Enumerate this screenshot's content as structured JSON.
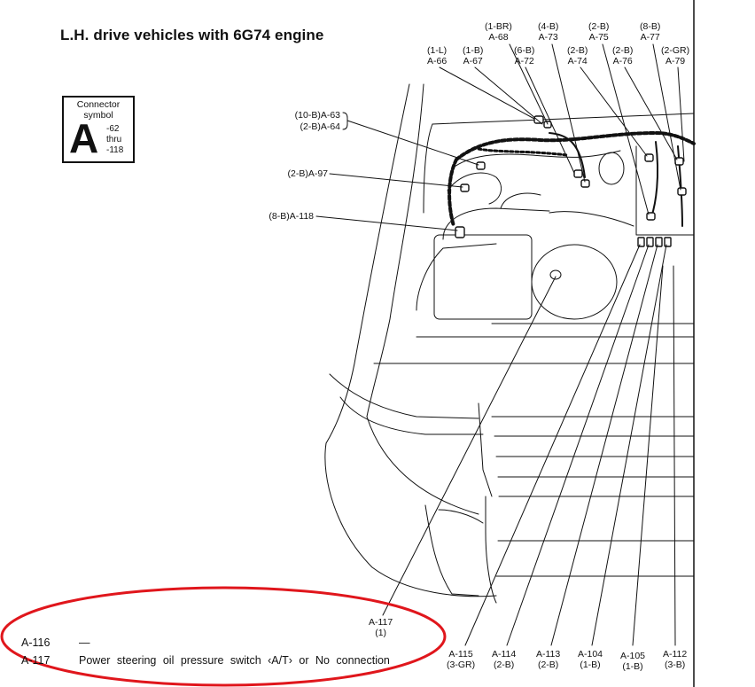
{
  "title": "L.H. drive vehicles with 6G74 engine",
  "connector_symbol": {
    "caption_line1": "Connector",
    "caption_line2": "symbol",
    "letter": "A",
    "range_line1": "-62",
    "range_line2": "thru",
    "range_line3": "-118"
  },
  "top_labels": [
    {
      "spec": "(1-L)",
      "code": "A-66"
    },
    {
      "spec": "(1-B)",
      "code": "A-67"
    },
    {
      "spec": "(1-BR)",
      "code": "A-68"
    },
    {
      "spec": "(6-B)",
      "code": "A-72"
    },
    {
      "spec": "(4-B)",
      "code": "A-73"
    },
    {
      "spec": "(2-B)",
      "code": "A-74"
    },
    {
      "spec": "(2-B)",
      "code": "A-75"
    },
    {
      "spec": "(2-B)",
      "code": "A-76"
    },
    {
      "spec": "(8-B)",
      "code": "A-77"
    },
    {
      "spec": "(2-GR)",
      "code": "A-79"
    }
  ],
  "left_labels": [
    {
      "text": "(10-B)A-63"
    },
    {
      "text": "(2-B)A-64"
    },
    {
      "text": "(2-B)A-97"
    },
    {
      "text": "(8-B)A-118"
    }
  ],
  "bottom_labels": [
    {
      "code": "A-117",
      "spec": "(1)"
    },
    {
      "code": "A-115",
      "spec": "(3-GR)"
    },
    {
      "code": "A-114",
      "spec": "(2-B)"
    },
    {
      "code": "A-113",
      "spec": "(2-B)"
    },
    {
      "code": "A-104",
      "spec": "(1-B)"
    },
    {
      "code": "A-105",
      "spec": "(1-B)"
    },
    {
      "code": "A-112",
      "spec": "(3-B)"
    }
  ],
  "legend": [
    {
      "code": "A-116",
      "desc": "—"
    },
    {
      "code": "A-117",
      "desc": "Power steering oil pressure switch ‹A/T› or No connection"
    }
  ],
  "colors": {
    "ink": "#111111",
    "highlight": "#e0161c",
    "background": "#ffffff"
  }
}
